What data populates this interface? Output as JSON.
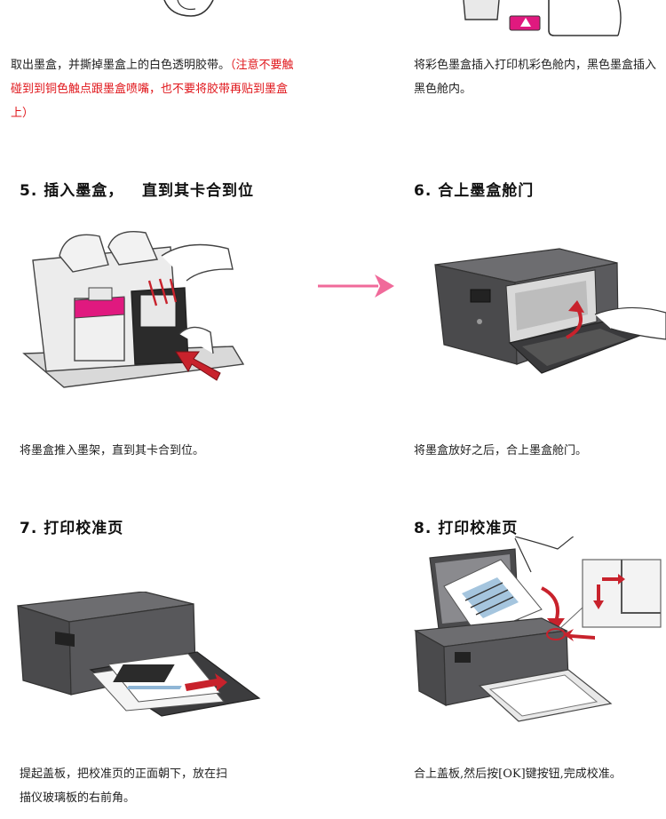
{
  "steps": [
    {
      "caption_main": "取出墨盒，并撕掉墨盒上的白色透明胶带。",
      "caption_note": "（注意不要触碰到到铜色触点跟墨盒喷嘴，也不要将胶带再贴到墨盒上）"
    },
    {
      "caption": "将彩色墨盒插入打印机彩色舱内，黑色墨盒插入黑色舱内。"
    },
    {
      "heading": "5. 插入墨盒，   直到其卡合到位",
      "caption": "将墨盒推入墨架，直到其卡合到位。"
    },
    {
      "heading": "6. 合上墨盒舱门",
      "caption": "将墨盒放好之后，合上墨盒舱门。"
    },
    {
      "heading": "7. 打印校准页",
      "caption_line1": "提起盖板，把校准页的正面朝下，放在扫",
      "caption_line2": "描仪玻璃板的右前角。"
    },
    {
      "heading": "8. 打印校准页",
      "caption": "合上盖板,然后按[OK]键按钮,完成校准。"
    }
  ],
  "colors": {
    "accent_pink": "#f06a9a",
    "magenta": "#e0197f",
    "red_arrow": "#c8222c",
    "note_red": "#e0161b",
    "printer_gray": "#4a4a4c"
  },
  "icons": [
    "ink-cartridge-illustration",
    "printer-illustration",
    "right-arrow-icon",
    "up-arrow-icon"
  ]
}
